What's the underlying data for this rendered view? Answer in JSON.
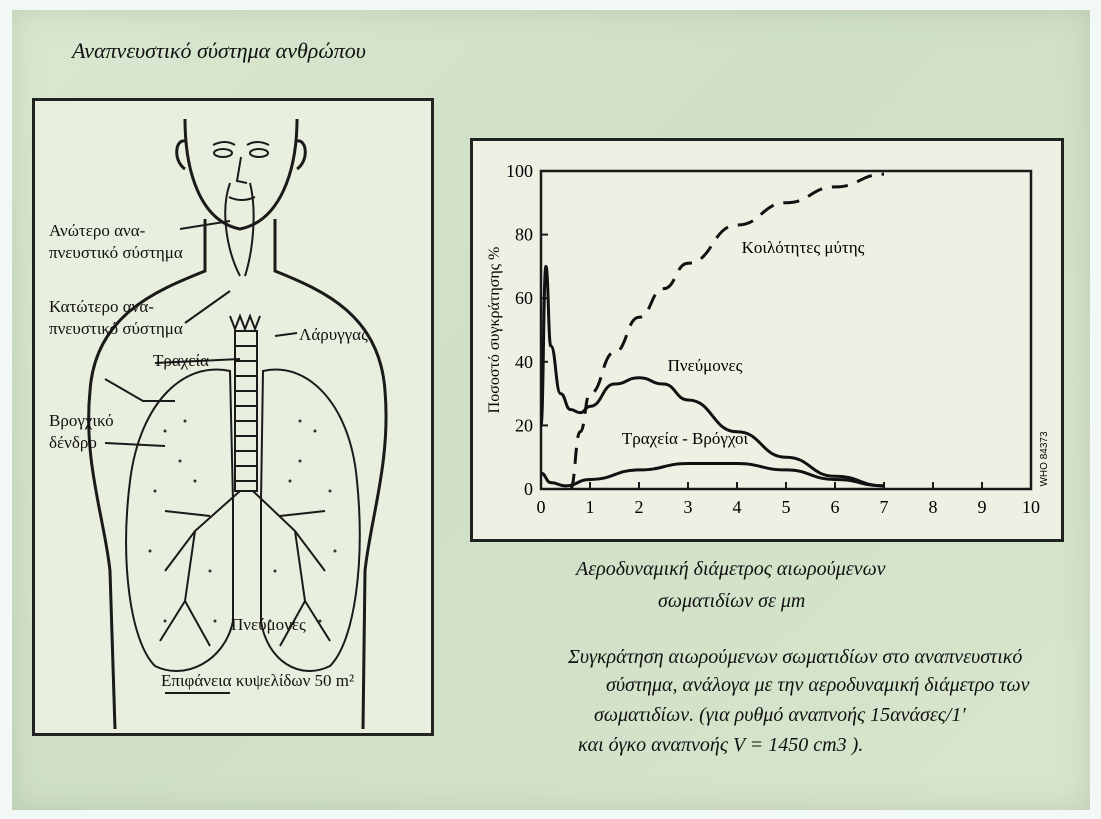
{
  "page_title": "Αναπνευστικό σύστημα ανθρώπου",
  "anatomy": {
    "labels": {
      "upper_system": [
        "Ανώτερο ανα-",
        "πνευστικό σύστημα"
      ],
      "lower_system": [
        "Κατώτερο ανα-",
        "πνευστικό σύστημα"
      ],
      "larynx": "Λάρυγγας",
      "trachea": "Τραχεία",
      "bronchial_tree": [
        "Βρογχικό",
        "δένδρο"
      ],
      "lungs": "Πνεύμονες",
      "surface": "Επιφάνεια κυψελίδων 50 m²"
    }
  },
  "chart_data": {
    "type": "line",
    "ylabel": "Ποσοστό συγκράτησης %",
    "xlabel": [
      "Αεροδυναμική διάμετρος αιωρούμενων",
      "σωματιδίων σε μm"
    ],
    "xlim": [
      0,
      10
    ],
    "ylim": [
      0,
      100
    ],
    "xticks": [
      "0",
      "1",
      "2",
      "3",
      "4",
      "5",
      "6",
      "7",
      "8",
      "9",
      "10"
    ],
    "yticks": [
      "0",
      "20",
      "40",
      "60",
      "80",
      "100"
    ],
    "side_note": "WHO 84373",
    "series": [
      {
        "name": "Κοιλότητες μύτης",
        "style": "dashed",
        "x": [
          0.6,
          0.8,
          1.0,
          1.5,
          2.0,
          2.5,
          3.0,
          4.0,
          5.0,
          6.0,
          7.0
        ],
        "y": [
          0,
          18,
          30,
          43,
          54,
          63,
          71,
          83,
          90,
          95,
          99
        ]
      },
      {
        "name": "Πνεύμονες",
        "style": "solid",
        "x": [
          0.0,
          0.1,
          0.2,
          0.4,
          0.6,
          0.8,
          1.0,
          1.5,
          2.0,
          2.5,
          3.0,
          4.0,
          5.0,
          6.0,
          7.0
        ],
        "y": [
          20,
          70,
          45,
          30,
          25,
          24,
          26,
          33,
          35,
          33,
          28,
          18,
          10,
          4,
          1
        ]
      },
      {
        "name": "Τραχεία - Βρόγχοι",
        "style": "solid",
        "x": [
          0.0,
          0.2,
          0.5,
          1.0,
          2.0,
          3.0,
          4.0,
          5.0,
          6.0,
          7.0
        ],
        "y": [
          5,
          2,
          1,
          3,
          6,
          8,
          8,
          6,
          3,
          1
        ]
      }
    ],
    "series_labels": {
      "nose": "Κοιλότητες μύτης",
      "lungs": "Πνεύμονες",
      "trachea": "Τραχεία - Βρόγχοι"
    }
  },
  "caption": [
    "Συγκράτηση αιωρούμενων σωματιδίων στο αναπνευστικό",
    "σύστημα, ανάλογα με την αεροδυναμική διάμετρο των",
    "σωματιδίων. (για ρυθμό αναπνοής 15ανάσες/1'",
    "και όγκο αναπνοής V = 1450 cm3 )."
  ]
}
